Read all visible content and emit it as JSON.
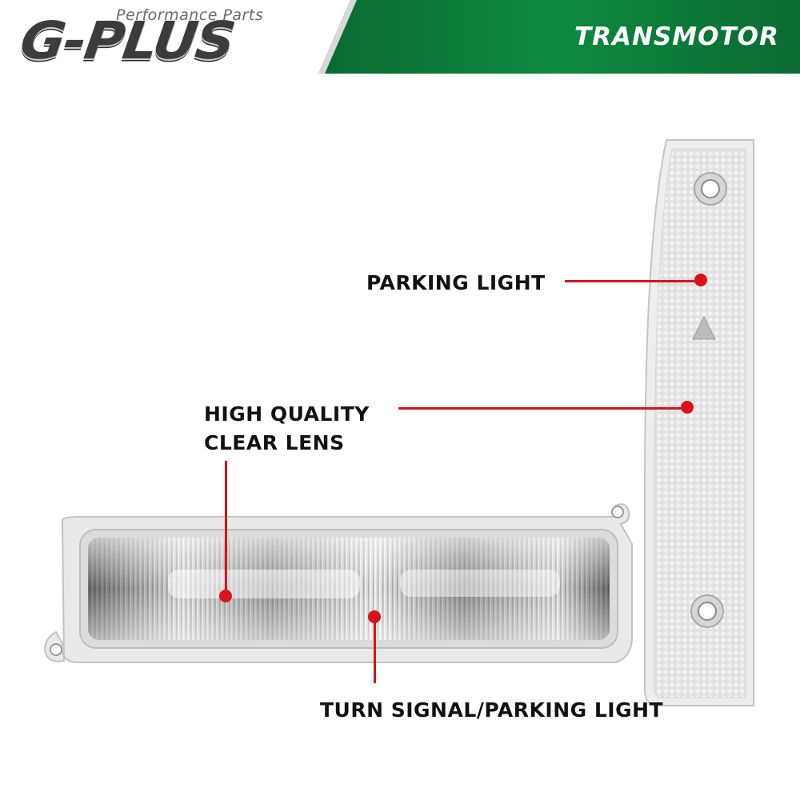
{
  "brand": {
    "name": "G-PLUS",
    "tagline": "Performance Parts",
    "distributor": "TRANSMOTOR"
  },
  "colors": {
    "banner_green": "#0d7a3a",
    "callout_red": "#d9121e",
    "label_text": "#111111"
  },
  "callouts": {
    "parking_light": "PARKING LIGHT",
    "lens_line1": "HIGH QUALITY",
    "lens_line2": "CLEAR LENS",
    "turn_signal": "TURN SIGNAL/PARKING LIGHT"
  }
}
